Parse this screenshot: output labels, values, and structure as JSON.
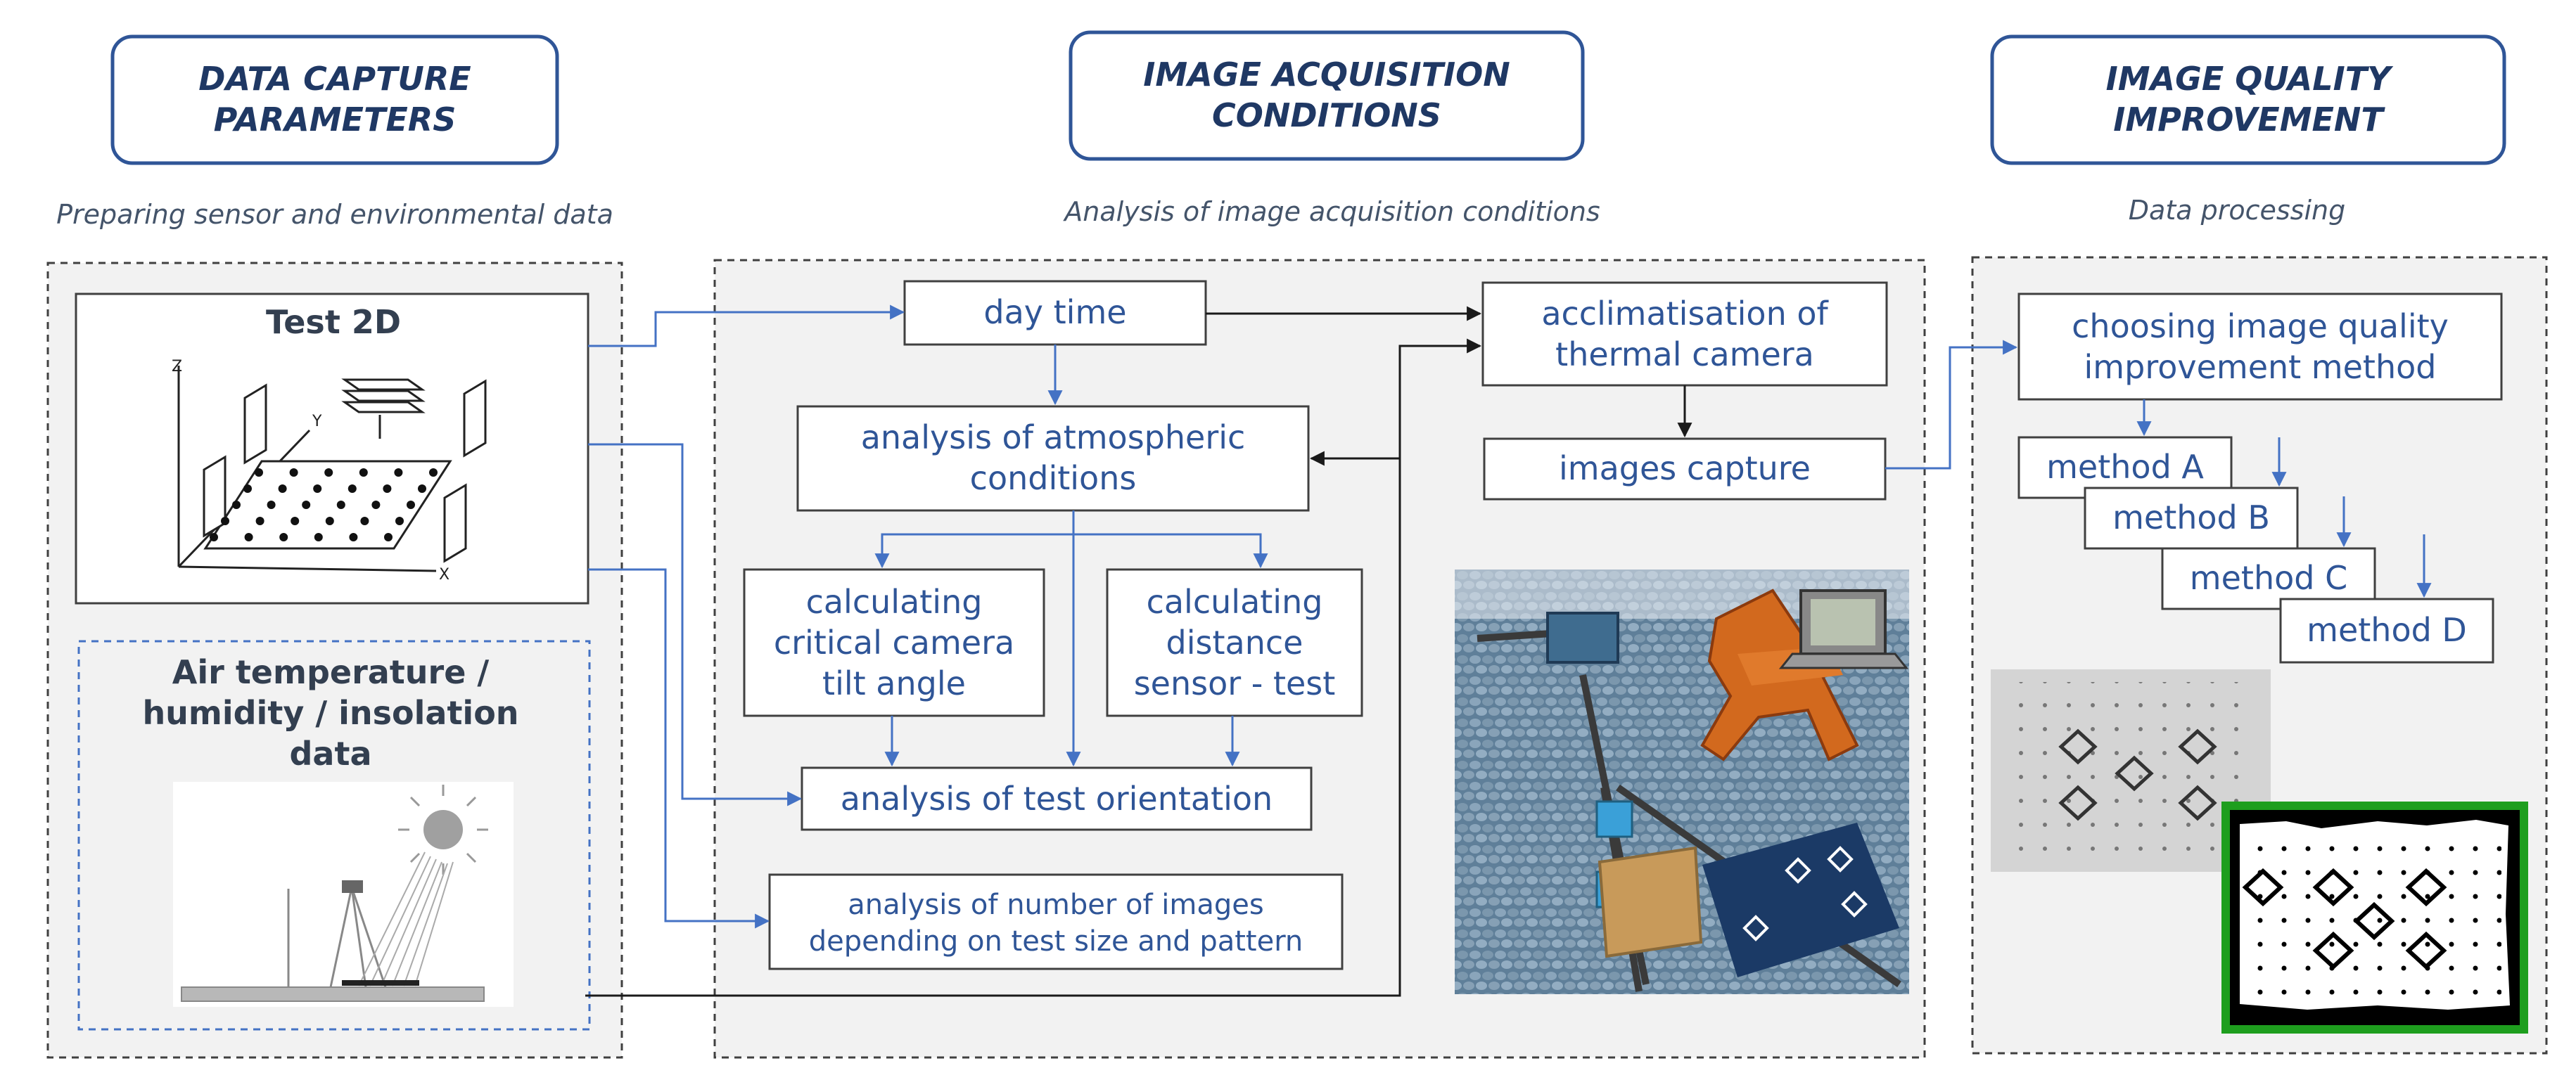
{
  "sections": {
    "capture": {
      "title_line1": "DATA CAPTURE",
      "title_line2": "PARAMETERS",
      "subtitle": "Preparing  sensor  and  environmental  data"
    },
    "acquisition": {
      "title_line1": "IMAGE ACQUISITION",
      "title_line2": "CONDITIONS",
      "subtitle": "Analysis  of image acquisition  conditions"
    },
    "quality": {
      "title_line1": "IMAGE QUALITY",
      "title_line2": "IMPROVEMENT",
      "subtitle": "Data processing"
    }
  },
  "capture_panel": {
    "test2d_label": "Test 2D",
    "axis_z": "Z",
    "axis_y": "Y",
    "axis_x": "X",
    "air_line1": "Air temperature  /",
    "air_line2": "humidity  / insolation",
    "air_line3": "data"
  },
  "acquisition_panel": {
    "day_time": "day time",
    "atmo_line1": "analysis of atmospheric",
    "atmo_line2": "conditions",
    "tilt_line1": "calculating",
    "tilt_line2": "critical   camera",
    "tilt_line3": "tilt angle",
    "dist_line1": "calculating",
    "dist_line2": "distance",
    "dist_line3": "sensor - test",
    "orientation": "analysis of test orientation",
    "num_line1": "analysis  of number  of images",
    "num_line2": "depending  on test size and pattern",
    "accl_line1": "acclimatisation of",
    "accl_line2": "thermal camera",
    "capture": "images capture"
  },
  "quality_panel": {
    "choose_line1": "choosing  image quality",
    "choose_line2": "improvement  method",
    "methods": [
      "method  A",
      "method  B",
      "method  C",
      "method  D"
    ]
  },
  "colors": {
    "title_stroke": "#2f5597",
    "connector_blue": "#4472c4",
    "connector_black": "#1a1a1a",
    "panel_fill": "#f2f2f2",
    "highlight_green": "#1e9e1e"
  }
}
